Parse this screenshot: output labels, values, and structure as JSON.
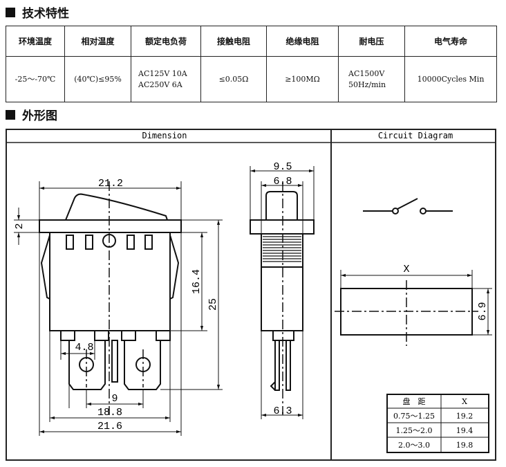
{
  "sections": {
    "spec_title": "技术特性",
    "outline_title": "外形图"
  },
  "spec_table": {
    "headers": [
      "环境温度",
      "相对温度",
      "额定电负荷",
      "接触电阻",
      "绝缘电阻",
      "耐电压",
      "电气寿命"
    ],
    "values": [
      "-25～-70℃",
      "(40℃)≤95%",
      "AC125V 10A\nAC250V 6A",
      "≤0.05Ω",
      "≥100MΩ",
      "AC1500V\n50Hz/min",
      "10000Cycles Min"
    ]
  },
  "drawing": {
    "dimension_header": "Dimension",
    "circuit_header": "Circuit Diagram",
    "dims": {
      "top_width": "21.2",
      "rocker_height": "2",
      "body_height": "16.4",
      "total_height": "25",
      "terminal_width": "4.8",
      "terminal_spacing": "9",
      "base_width": "18.8",
      "overall_width": "21.6",
      "side_top": "9.5",
      "side_inner": "6.8",
      "side_bottom": "6.3",
      "cutout_x": "X",
      "cutout_height": "6.9"
    },
    "panel_table": {
      "header_left": "盘　距",
      "header_right": "X",
      "rows": [
        {
          "range": "0.75～1.25",
          "x": "19.2"
        },
        {
          "range": "1.25～2.0",
          "x": "19.4"
        },
        {
          "range": "2.0～3.0",
          "x": "19.8"
        }
      ]
    }
  }
}
